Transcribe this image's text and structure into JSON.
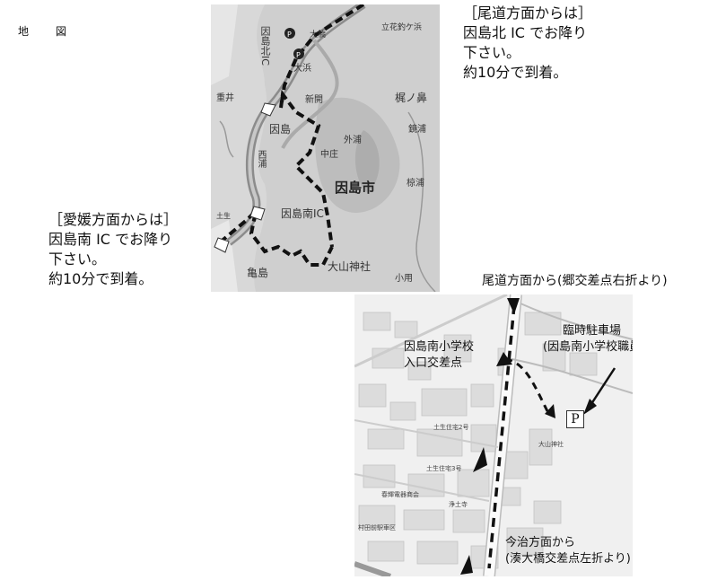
{
  "page": {
    "title_chars": [
      "地",
      "図"
    ]
  },
  "onomichi_block": {
    "lines": [
      "［尾道方面からは］",
      "因島北 IC でお降り",
      "下さい。",
      "約10分で到着。"
    ]
  },
  "ehime_block": {
    "lines": [
      "［愛媛方面からは］",
      "因島南 IC でお降り",
      "下さい。",
      "約10分で到着。"
    ]
  },
  "overview_map": {
    "labels": {
      "north_ic": "因島北IC",
      "ohama": "大浜",
      "shigei": "重井",
      "shinma": "新開",
      "kajinohana": "梶ノ鼻",
      "innoshima": "因島",
      "tsurugaura": "鏡浦",
      "sotoura": "外浦",
      "nishiura": "西浦",
      "nakanosho": "中庄",
      "city": "因島市",
      "haruura": "椋浦",
      "south_ic": "因島南IC",
      "habu": "土生",
      "shrine": "大山神社",
      "kameshima": "亀島",
      "oyoshi": "小用",
      "tatebana": "立花釣ケ浜",
      "ohashi": "大橋"
    }
  },
  "detail_map": {
    "caption_top": "尾道方面から(郷交差点右折より)",
    "school_junction": [
      "因島南小学校",
      "入口交差点"
    ],
    "parking": [
      "臨時駐車場",
      "(因島南小学校職員駐車場)"
    ],
    "parking_symbol": "P",
    "caption_bottom": [
      "今治方面から",
      "(湊大橋交差点左折より)"
    ],
    "small_labels": {
      "shrine": "大山神社",
      "housing2": "土生住宅2号",
      "housing3": "土生住宅3号",
      "temple": "浄土寺",
      "shop": "春輝電器商会",
      "bus": "村田前駅車区"
    }
  },
  "colors": {
    "route": "#111111",
    "map_bg": "#d9d9d9",
    "road": "#9a9a9a",
    "detail_bg": "#f2f2f2"
  }
}
